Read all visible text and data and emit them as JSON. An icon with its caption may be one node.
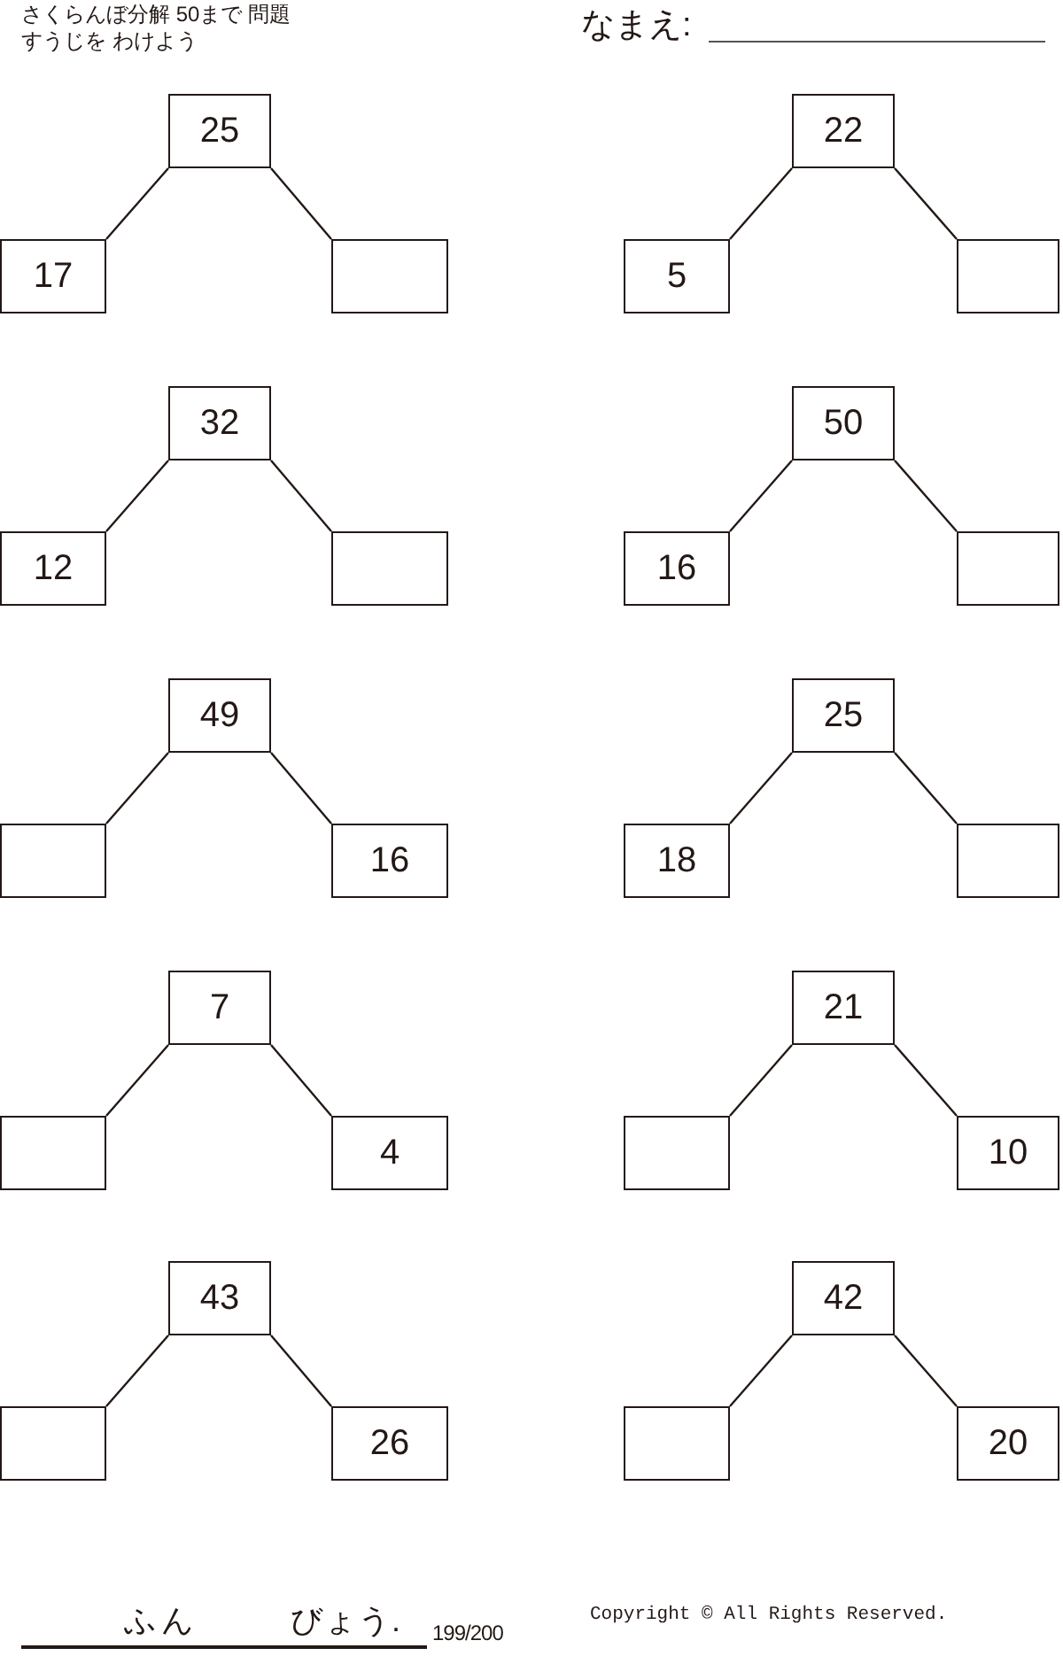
{
  "diagram": {
    "title": "さくらんぼ分解 50まで 問題",
    "nodes": [
      {
        "text": [
          "25"
        ]
      },
      {
        "text": [
          "17"
        ]
      },
      {
        "text": [],
        "shape": "box"
      },
      {
        "text": [
          "22"
        ]
      },
      {
        "text": [
          "5"
        ]
      },
      {
        "text": [],
        "shape": "box"
      },
      {
        "text": [
          "32"
        ]
      },
      {
        "text": [
          "12"
        ]
      },
      {
        "text": [],
        "shape": "box"
      },
      {
        "text": [
          "50"
        ]
      },
      {
        "text": [
          "16"
        ]
      },
      {
        "text": [],
        "shape": "box"
      },
      {
        "text": [
          "49"
        ]
      },
      {
        "text": [],
        "shape": "box"
      },
      {
        "text": [
          "16"
        ]
      },
      {
        "text": [
          "25"
        ]
      },
      {
        "text": [
          "18"
        ]
      },
      {
        "text": [],
        "shape": "box"
      },
      {
        "text": [
          "7"
        ]
      },
      {
        "text": [],
        "shape": "box"
      },
      {
        "text": [
          "4"
        ]
      },
      {
        "text": [
          "21"
        ]
      },
      {
        "text": [],
        "shape": "box"
      },
      {
        "text": [
          "10"
        ]
      },
      {
        "text": [
          "43"
        ]
      },
      {
        "text": [],
        "shape": "box"
      },
      {
        "text": [
          "26"
        ]
      },
      {
        "text": [
          "42"
        ]
      },
      {
        "text": [],
        "shape": "box"
      },
      {
        "text": [
          "20"
        ]
      }
    ],
    "edges": [
      {
        "from": 0,
        "to": 1,
        "arrow": "none"
      },
      {
        "from": 0,
        "to": 2,
        "arrow": "none"
      },
      {
        "from": 3,
        "to": 4,
        "arrow": "none"
      },
      {
        "from": 3,
        "to": 5,
        "arrow": "none"
      },
      {
        "from": 6,
        "to": 7,
        "arrow": "none"
      },
      {
        "from": 6,
        "to": 8,
        "arrow": "none"
      },
      {
        "from": 9,
        "to": 10,
        "arrow": "none"
      },
      {
        "from": 9,
        "to": 11,
        "arrow": "none"
      },
      {
        "from": 12,
        "to": 13,
        "arrow": "none"
      },
      {
        "from": 12,
        "to": 14,
        "arrow": "none"
      },
      {
        "from": 15,
        "to": 16,
        "arrow": "none"
      },
      {
        "from": 15,
        "to": 17,
        "arrow": "none"
      },
      {
        "from": 18,
        "to": 19,
        "arrow": "none"
      },
      {
        "from": 18,
        "to": 20,
        "arrow": "none"
      },
      {
        "from": 21,
        "to": 22,
        "arrow": "none"
      },
      {
        "from": 21,
        "to": 23,
        "arrow": "none"
      },
      {
        "from": 24,
        "to": 25,
        "arrow": "none"
      },
      {
        "from": 24,
        "to": 26,
        "arrow": "none"
      },
      {
        "from": 27,
        "to": 28,
        "arrow": "none"
      },
      {
        "from": 27,
        "to": 29,
        "arrow": "none"
      }
    ],
    "labels": [
      "すうじを わけよう",
      "なまえ:",
      "ふん",
      "びょう.",
      "199/200",
      "Copyright © All Rights Reserved."
    ]
  }
}
